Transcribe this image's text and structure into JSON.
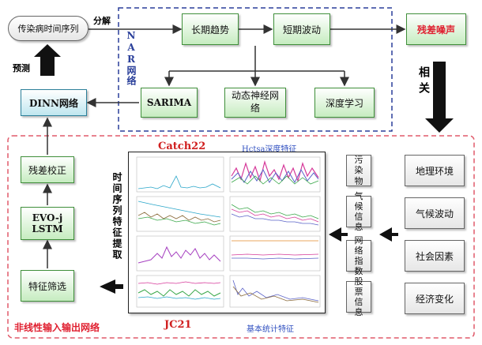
{
  "top": {
    "input": "传染病时间序列",
    "decompose": "分解",
    "long_term": "长期趋势",
    "short_term": "短期波动",
    "residual": "残差噪声",
    "nar_label": "NAR网络",
    "sarima": "SARIMA",
    "dynamic_nn": "动态神经网络",
    "deep_learning": "深度学习",
    "dinn": "DINN网络",
    "predict": "预测",
    "related": "相关"
  },
  "bottom": {
    "section_title": "非线性输入输出网络",
    "residual_correct": "残差校正",
    "evo": "EVO-jLSTM",
    "feature_select": "特征筛选",
    "feature_extract": "时间序列特征提取",
    "catch22": "Catch22",
    "hctsa": "Hctsa深度特征",
    "jc21": "JC21",
    "basic_stats": "基本统计特征",
    "factors_left": [
      "污染物",
      "气候信息",
      "网络指数",
      "股票信息"
    ],
    "factors_right": [
      "地理环境",
      "气候波动",
      "社会因素",
      "经济变化"
    ]
  },
  "colors": {
    "green_border": "#3f8f3a",
    "blue_border": "#2b7f99",
    "red_dash": "#e05a6a",
    "navy_dash": "#2a3f9a",
    "arrow": "#111111"
  }
}
